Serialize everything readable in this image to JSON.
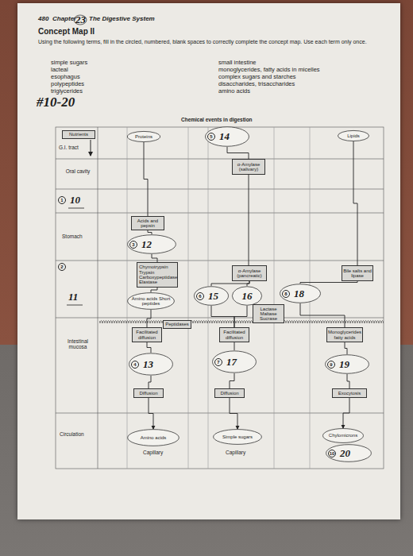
{
  "diagram": {
    "title": "Concept Map II",
    "nodes": [
      {
        "text": [
          "Nutrients"
        ]
      },
      {
        "text": [
          "Proteins"
        ]
      },
      {
        "text": [
          "5",
          "14"
        ]
      },
      {
        "text": [
          "Lipids"
        ]
      },
      {
        "text": [
          "α-Amylase (salivary)"
        ]
      },
      {
        "text": [
          "Acids and pepsin"
        ]
      },
      {
        "text": [
          "3",
          "12"
        ]
      },
      {
        "text": [
          "Chymotrypsin Trypsin Carboxypeptidase Elastase"
        ]
      },
      {
        "text": [
          "α-Amylase (pancreatic)"
        ]
      },
      {
        "text": [
          "Bile salts and lipase"
        ]
      },
      {
        "text": [
          "Amino acids Short peptides"
        ]
      },
      {
        "text": [
          "6",
          "15"
        ]
      },
      {
        "text": [
          "16"
        ]
      },
      {
        "text": [
          "8",
          "18"
        ]
      },
      {
        "text": [
          "Lactase Maltase Sucrase"
        ]
      },
      {
        "text": [
          "Peptidases"
        ]
      },
      {
        "text": [
          "Facilitated diffusion"
        ]
      },
      {
        "text": [
          "Facilitated diffusion"
        ]
      },
      {
        "text": [
          "Monoglycerides fatty acids"
        ]
      },
      {
        "text": [
          "4",
          "13"
        ]
      },
      {
        "text": [
          "7",
          "17"
        ]
      },
      {
        "text": [
          "9",
          "19"
        ]
      },
      {
        "text": [
          "Diffusion"
        ]
      },
      {
        "text": [
          "Diffusion"
        ]
      },
      {
        "text": [
          "Exocytosis"
        ]
      },
      {
        "text": [
          "Amino acids"
        ]
      },
      {
        "text": [
          "Simple sugars"
        ]
      },
      {
        "text": [
          "Chylomicrons"
        ]
      },
      {
        "text": [
          "10",
          "20"
        ]
      }
    ],
    "edges": [
      {
        "from": 1,
        "to": 5,
        "arrow": "none"
      },
      {
        "from": 5,
        "to": 6,
        "arrow": "none"
      },
      {
        "from": 6,
        "to": 7,
        "arrow": "none"
      },
      {
        "from": 7,
        "to": 10,
        "arrow": "none"
      },
      {
        "from": 10,
        "to": 16,
        "arrow": "none"
      },
      {
        "from": 16,
        "to": 19,
        "arrow": "none"
      },
      {
        "from": 19,
        "to": 22,
        "arrow": "none"
      },
      {
        "from": 22,
        "to": 25,
        "arrow": "to"
      },
      {
        "from": 2,
        "to": 4,
        "arrow": "none"
      },
      {
        "from": 4,
        "to": 8,
        "arrow": "none"
      },
      {
        "from": 8,
        "to": 11,
        "arrow": "none"
      },
      {
        "from": 8,
        "to": 12,
        "arrow": "none"
      },
      {
        "from": 11,
        "to": 17,
        "arrow": "none"
      },
      {
        "from": 12,
        "to": 17,
        "arrow": "none"
      },
      {
        "from": 17,
        "to": 20,
        "arrow": "none"
      },
      {
        "from": 20,
        "to": 23,
        "arrow": "none"
      },
      {
        "from": 23,
        "to": 26,
        "arrow": "to"
      },
      {
        "from": 3,
        "to": 9,
        "arrow": "none"
      },
      {
        "from": 9,
        "to": 13,
        "arrow": "none"
      },
      {
        "from": 13,
        "to": 18,
        "arrow": "none"
      },
      {
        "from": 18,
        "to": 21,
        "arrow": "none"
      },
      {
        "from": 21,
        "to": 24,
        "arrow": "none"
      },
      {
        "from": 24,
        "to": 27,
        "arrow": "to"
      }
    ],
    "labels": [
      "480",
      "Chapter",
      "23",
      "The Digestive System",
      "Using the following terms, fill in the circled, numbered, blank spaces to correctly complete the concept map. Use each term only once.",
      "simple sugars",
      "lacteal",
      "esophagus",
      "polypeptides",
      "triglycerides",
      "small intestine",
      "monoglycerides, fatty acids in micelles",
      "complex sugars and starches",
      "disaccharides, trisaccharides",
      "amino acids",
      "#10-20",
      "Chemical events in digestion",
      "G.I. tract",
      "Oral cavity",
      "1",
      "10",
      "Stomach",
      "2",
      "11",
      "Intestinal mucosa",
      "Circulation",
      "Capillary",
      "Capillary"
    ]
  }
}
